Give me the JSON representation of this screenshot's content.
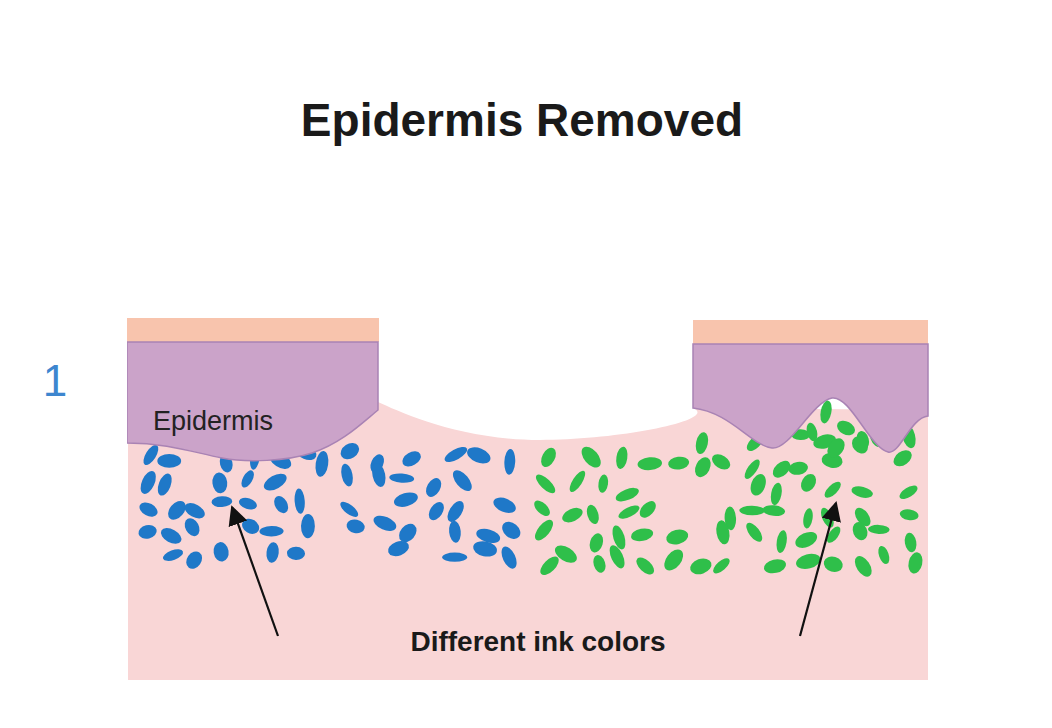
{
  "diagram": {
    "title": "Epidermis Removed",
    "nodes": [
      {
        "text": [
          "Epidermis"
        ]
      }
    ],
    "labels": [
      "1",
      "Different ink colors"
    ]
  }
}
